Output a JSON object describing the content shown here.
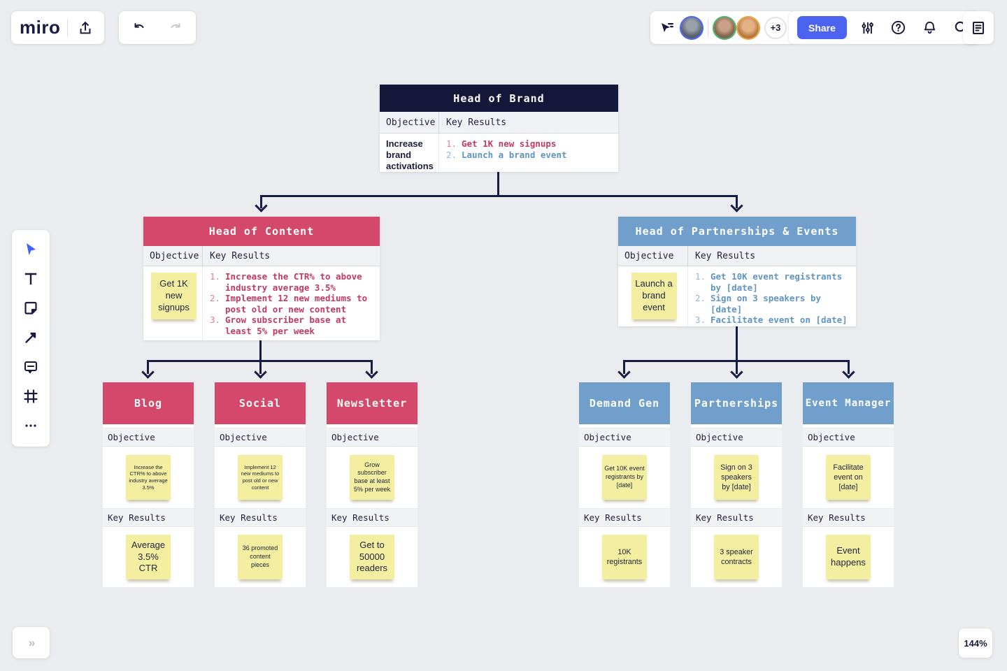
{
  "colors": {
    "canvas": "#ebecef",
    "navy_header": "#15173a",
    "red_header": "#d4496b",
    "blue_header": "#6f9fca",
    "red_text": "#c23a61",
    "blue_text": "#5f94c3",
    "sticky_yellow": "#f4eea0",
    "share_blue": "#4c63f0",
    "connector": "#191c45"
  },
  "icons": {
    "topbar": [
      "export-icon",
      "undo-icon",
      "redo-icon",
      "collaborative-cursor-icon",
      "settings-sliders-icon",
      "help-icon",
      "notifications-bell-icon",
      "search-icon",
      "notes-panel-icon"
    ],
    "toolbar": [
      "select-cursor-icon",
      "text-icon",
      "sticky-note-icon",
      "arrow-icon",
      "comment-icon",
      "frame-icon",
      "more-dots-icon"
    ]
  },
  "topbar": {
    "logo": "miro",
    "share_label": "Share",
    "collaborators_more": "+3"
  },
  "statusbar": {
    "expand": "»",
    "zoom_level": "144%"
  },
  "tree": {
    "brand": {
      "title": "Head of Brand",
      "objective_label": "Objective",
      "key_results_label": "Key Results",
      "objective": "Increase brand activations",
      "key_results": [
        {
          "n": "1.",
          "text": "Get 1K new signups"
        },
        {
          "n": "2.",
          "text": "Launch a brand event"
        }
      ]
    },
    "content": {
      "title": "Head of Content",
      "objective_label": "Objective",
      "key_results_label": "Key Results",
      "objective_sticky": "Get 1K new signups",
      "key_results": [
        {
          "n": "1.",
          "text": "Increase the CTR% to above industry average 3.5%"
        },
        {
          "n": "2.",
          "text": "Implement 12 new mediums to post old or new content"
        },
        {
          "n": "3.",
          "text": "Grow subscriber base at least 5% per week"
        }
      ]
    },
    "partnerships_events": {
      "title": "Head of Partnerships & Events",
      "objective_label": "Objective",
      "key_results_label": "Key Results",
      "objective_sticky": "Launch a brand event",
      "key_results": [
        {
          "n": "1.",
          "text": "Get 10K event registrants by [date]"
        },
        {
          "n": "2.",
          "text": "Sign on 3 speakers by [date]"
        },
        {
          "n": "3.",
          "text": "Facilitate event on [date]"
        }
      ]
    },
    "children": [
      {
        "title": "Blog",
        "objective_label": "Objective",
        "key_results_label": "Key Results",
        "objective": "Increase the CTR% to above industry average 3.5%",
        "key_result": "Average 3.5% CTR"
      },
      {
        "title": "Social",
        "objective_label": "Objective",
        "key_results_label": "Key Results",
        "objective": "Implement 12 new mediums to post old or new content",
        "key_result": "36 promoted content pieces"
      },
      {
        "title": "Newsletter",
        "objective_label": "Objective",
        "key_results_label": "Key Results",
        "objective": "Grow subscriber base at least 5% per week",
        "key_result": "Get to 50000 readers"
      },
      {
        "title": "Demand Gen",
        "objective_label": "Objective",
        "key_results_label": "Key Results",
        "objective": "Get 10K event registrants by [date]",
        "key_result": "10K registrants"
      },
      {
        "title": "Partnerships",
        "objective_label": "Objective",
        "key_results_label": "Key Results",
        "objective": "Sign on 3 speakers by [date]",
        "key_result": "3 speaker contracts"
      },
      {
        "title": "Event Manager",
        "objective_label": "Objective",
        "key_results_label": "Key Results",
        "objective": "Facilitate event on [date]",
        "key_result": "Event happens"
      }
    ]
  }
}
